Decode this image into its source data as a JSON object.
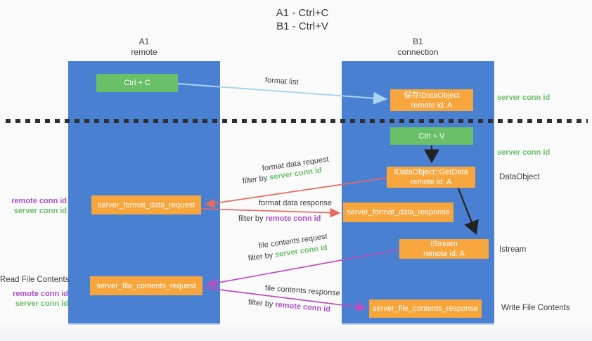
{
  "title": {
    "line1": "A1 - Ctrl+C",
    "line2": "B1 - Ctrl+V"
  },
  "columns": {
    "a1": {
      "name": "A1",
      "subtitle": "remote"
    },
    "b1": {
      "name": "B1",
      "subtitle": "connection"
    }
  },
  "nodes": {
    "ctrl_c": {
      "label": "Ctrl + C"
    },
    "save_dataobject": {
      "line1": "保存IDataObject",
      "line2": "remote id: A"
    },
    "ctrl_v": {
      "label": "Ctrl + V"
    },
    "getdata": {
      "line1": "IDataObject::GetData",
      "line2": "remote id: A"
    },
    "format_request": {
      "label": "server_format_data_request"
    },
    "format_response": {
      "label": "server_format_data_response"
    },
    "istream": {
      "line1": "IStream",
      "line2": "remote id: A"
    },
    "file_request": {
      "label": "server_file_contents_request"
    },
    "file_response": {
      "label": "server_file_contents_response"
    }
  },
  "edge_labels": {
    "format_list": "format list",
    "format_data_request": "format data request",
    "format_data_response": "format data response",
    "file_contents_request": "file contents request",
    "file_contents_response": "file contents response",
    "filter_by": "filter by",
    "server_conn_id": "server conn id",
    "remote_conn_id": "remote conn id"
  },
  "side_labels": {
    "right_server_conn_id_1": "server conn id",
    "right_server_conn_id_2": "server conn id",
    "dataobject": "DataObject",
    "istream": "Istream",
    "write_file_contents": "Write File Contents",
    "read_file_contents": "Read File Contents",
    "left_remote_conn_id_1": "remote conn id",
    "left_server_conn_id_1": "server conn id",
    "left_remote_conn_id_2": "remote conn id",
    "left_server_conn_id_2": "server conn id"
  },
  "colors": {
    "lifeline_blue": "#4a80d2",
    "node_green": "#6abf69",
    "node_orange": "#f7a53d",
    "arrow_red": "#e8695d",
    "arrow_magenta": "#bb4fbf",
    "arrow_lightblue": "#a9d5f0",
    "arrow_black": "#222222",
    "text_green": "#6abf69",
    "text_purple": "#ab4fc8",
    "text_dark": "#3f3f3f"
  }
}
